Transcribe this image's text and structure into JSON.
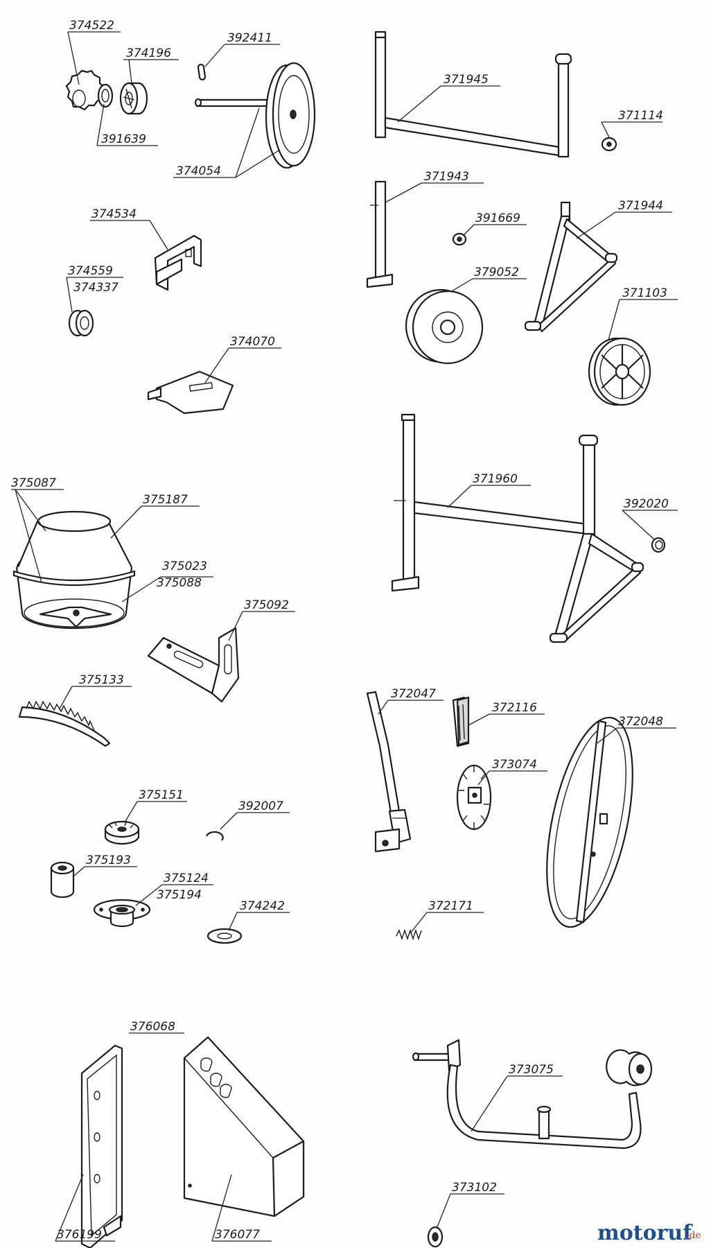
{
  "parts": [
    {
      "key": "p374522",
      "label": "374522",
      "name": "pinion-gear"
    },
    {
      "key": "p374196",
      "label": "374196",
      "name": "drive-pulley"
    },
    {
      "key": "p391639",
      "label": "391639",
      "name": "washer"
    },
    {
      "key": "p392411",
      "label": "392411",
      "name": "pin"
    },
    {
      "key": "p374054",
      "label": "374054",
      "name": "wheel-and-axle"
    },
    {
      "key": "p371945",
      "label": "371945",
      "name": "frame-upper"
    },
    {
      "key": "p371114",
      "label": "371114",
      "name": "cap"
    },
    {
      "key": "p374534",
      "label": "374534",
      "name": "mounting-bracket"
    },
    {
      "key": "p374559",
      "label": "374559",
      "name": "small-pulley"
    },
    {
      "key": "p374337",
      "label": "374337",
      "name": "small-pulley-alt"
    },
    {
      "key": "p371943",
      "label": "371943",
      "name": "frame-leg"
    },
    {
      "key": "p391669",
      "label": "391669",
      "name": "nut"
    },
    {
      "key": "p371944",
      "label": "371944",
      "name": "frame-a-leg"
    },
    {
      "key": "p379052",
      "label": "379052",
      "name": "solid-wheel"
    },
    {
      "key": "p371103",
      "label": "371103",
      "name": "spoked-wheel"
    },
    {
      "key": "p374070",
      "label": "374070",
      "name": "motor-plate"
    },
    {
      "key": "p371960",
      "label": "371960",
      "name": "main-frame"
    },
    {
      "key": "p392020",
      "label": "392020",
      "name": "end-cap"
    },
    {
      "key": "p375087",
      "label": "375087",
      "name": "drum-halves"
    },
    {
      "key": "p375187",
      "label": "375187",
      "name": "drum-top"
    },
    {
      "key": "p375023",
      "label": "375023",
      "name": "drum-bottom"
    },
    {
      "key": "p375088",
      "label": "375088",
      "name": "drum-bottom-alt"
    },
    {
      "key": "p375092",
      "label": "375092",
      "name": "angle-bracket"
    },
    {
      "key": "p375133",
      "label": "375133",
      "name": "gear-ring-segment"
    },
    {
      "key": "p372047",
      "label": "372047",
      "name": "tilt-lever"
    },
    {
      "key": "p372116",
      "label": "372116",
      "name": "rubber-block"
    },
    {
      "key": "p372048",
      "label": "372048",
      "name": "tilt-wheel"
    },
    {
      "key": "p373074",
      "label": "373074",
      "name": "locking-disc"
    },
    {
      "key": "p375151",
      "label": "375151",
      "name": "hub-gear"
    },
    {
      "key": "p392007",
      "label": "392007",
      "name": "circlip"
    },
    {
      "key": "p375193",
      "label": "375193",
      "name": "bushing"
    },
    {
      "key": "p375124",
      "label": "375124",
      "name": "flange-bearing"
    },
    {
      "key": "p375194",
      "label": "375194",
      "name": "flange-bearing-alt"
    },
    {
      "key": "p374242",
      "label": "374242",
      "name": "sealing-ring"
    },
    {
      "key": "p372171",
      "label": "372171",
      "name": "spring"
    },
    {
      "key": "p376068",
      "label": "376068",
      "name": "cover-set"
    },
    {
      "key": "p376199",
      "label": "376199",
      "name": "cover-plate"
    },
    {
      "key": "p376077",
      "label": "376077",
      "name": "motor-cover"
    },
    {
      "key": "p373075",
      "label": "373075",
      "name": "u-frame"
    },
    {
      "key": "p373102",
      "label": "373102",
      "name": "washer-large"
    }
  ],
  "brand": {
    "mark": "motoruf",
    "suffix": ".de",
    "color_dark": "#1f4e8c",
    "color_accent": "#c0392b"
  }
}
